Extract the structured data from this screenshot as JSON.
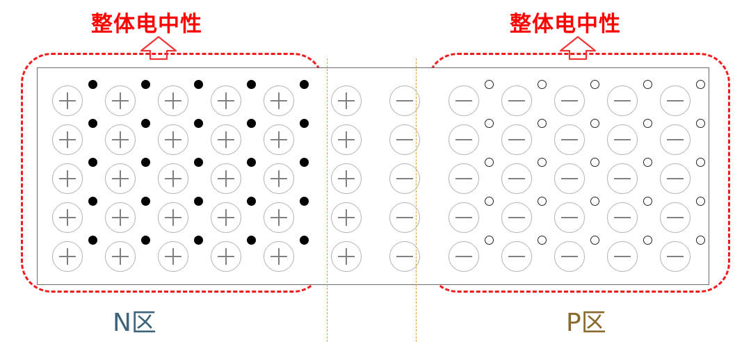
{
  "diagram": {
    "title_text_left": "整体电中性",
    "title_text_right": "整体电中性",
    "zone_label_n": "N区",
    "zone_label_p": "P区",
    "colors": {
      "neutral_red": "#ff0000",
      "depletion_orange": "#e8a33d",
      "bar_border": "#6b6b6b",
      "ion_stroke": "#b3b3b3",
      "electron_fill": "#000000",
      "hole_stroke": "#222222",
      "zone_n_color": "#3d6478",
      "zone_p_color": "#8a6a2c"
    },
    "icons": {
      "up_arrow_left": "up-arrow-icon",
      "up_arrow_right": "up-arrow-icon",
      "positive_ion": "plus-circle-icon",
      "negative_ion": "minus-circle-icon",
      "electron": "filled-dot-icon",
      "hole": "open-dot-icon"
    },
    "layout": {
      "rows": 5,
      "n_bulk_columns": 5,
      "p_bulk_columns": 5,
      "depletion_plus_columns": 1,
      "depletion_minus_columns": 1
    },
    "regions": [
      {
        "name": "N区",
        "carrier": "electron",
        "ion_sign": "+",
        "neutral": true,
        "neutral_text": "整体电中性"
      },
      {
        "name": "depletion",
        "carrier": "none",
        "ion_sign": "+/-",
        "neutral": false,
        "neutral_text": ""
      },
      {
        "name": "P区",
        "carrier": "hole",
        "ion_sign": "-",
        "neutral": true,
        "neutral_text": "整体电中性"
      }
    ]
  }
}
